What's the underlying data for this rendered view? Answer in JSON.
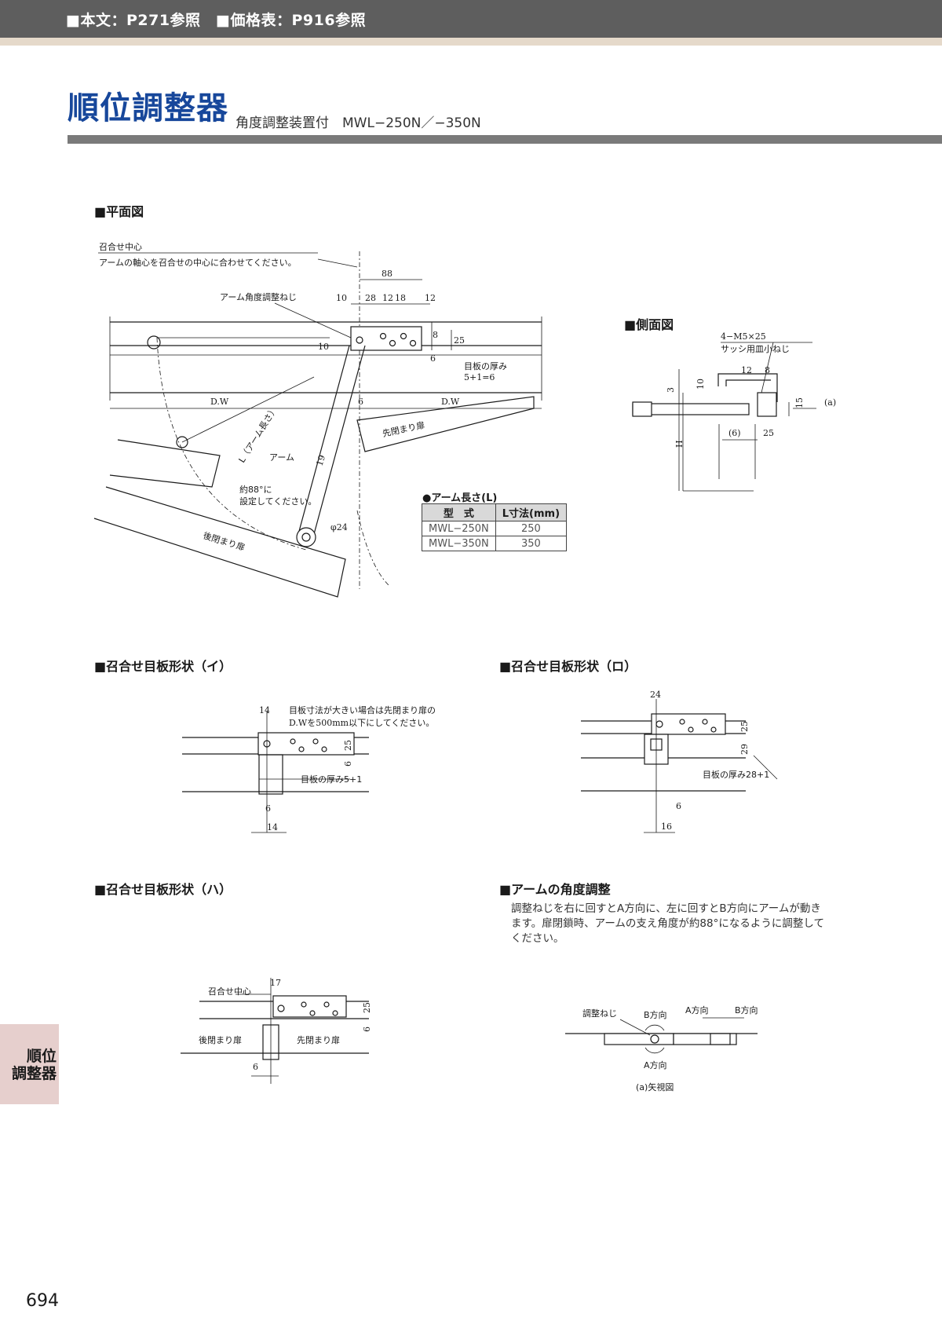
{
  "header": {
    "text": "■本文：P271参照　■価格表：P916参照"
  },
  "title": {
    "main": "順位調整器",
    "sub": "角度調整装置付　MWL−250N／−350N"
  },
  "sections": {
    "plan": "■平面図",
    "side": "■側面図",
    "i": "■召合せ目板形状（イ）",
    "ro": "■召合せ目板形状（ロ）",
    "ha": "■召合せ目板形状（ハ）",
    "angle": "■アームの角度調整"
  },
  "plan_labels": {
    "center": "召合せ中心",
    "center_note": "アームの軸心を召合せの中心に合わせてください。",
    "screw": "アーム角度調整ねじ",
    "d88": "88",
    "d10": "10",
    "d28": "28",
    "d12a": "12",
    "d18": "18",
    "d12b": "12",
    "d8": "8",
    "d25": "25",
    "d10v": "10",
    "d6": "6",
    "thick": "目板の厚み",
    "thick_val": "5+1=6",
    "dw_left": "D.W",
    "dw_right": "D.W",
    "d6b": "6",
    "first_door": "先閉まり扉",
    "arm_len": "L（アーム長さ）",
    "arm": "アーム",
    "d19": "19",
    "angle_note1": "約88°に",
    "angle_note2": "設定してください。",
    "phi24": "φ24",
    "rear_door": "後閉まり扉"
  },
  "arm_table": {
    "caption": "●アーム長さ(L)",
    "headers": [
      "型　式",
      "L寸法(mm)"
    ],
    "rows": [
      {
        "model": "MWL−250N",
        "l": "250"
      },
      {
        "model": "MWL−350N",
        "l": "350"
      }
    ]
  },
  "side_labels": {
    "screw1": "4−M5×25",
    "screw2": "サッシ用皿小ねじ",
    "d12": "12",
    "d8": "8",
    "d3": "3",
    "d10": "10",
    "a": "(a)",
    "d15": "15",
    "d6": "(6)",
    "d25": "25",
    "h": "H"
  },
  "i_labels": {
    "d14": "14",
    "note1": "目板寸法が大きい場合は先閉まり扉の",
    "note2": "D.Wを500mm以下にしてください。",
    "d25": "25",
    "d6": "6",
    "thick": "目板の厚み5+1",
    "d6b": "6",
    "d14b": "14"
  },
  "ro_labels": {
    "d24": "24",
    "d25": "25",
    "d29": "29",
    "thick": "目板の厚み28+1",
    "d6": "6",
    "d16": "16"
  },
  "ha_labels": {
    "center": "召合せ中心",
    "d17": "17",
    "d25": "25",
    "d6": "6",
    "rear": "後閉まり扉",
    "first": "先閉まり扉",
    "d6b": "6"
  },
  "angle_text": "調整ねじを右に回すとA方向に、左に回すとB方向にアームが動きます。扉閉鎖時、アームの支え角度が約88°になるように調整してください。",
  "angle_labels": {
    "screw": "調整ねじ",
    "b1": "B方向",
    "a1": "A方向",
    "b2": "B方向",
    "a2": "A方向",
    "caption": "(a)矢視図"
  },
  "side_tab": {
    "line1": "順位",
    "line2": "調整器"
  },
  "page_number": "694"
}
